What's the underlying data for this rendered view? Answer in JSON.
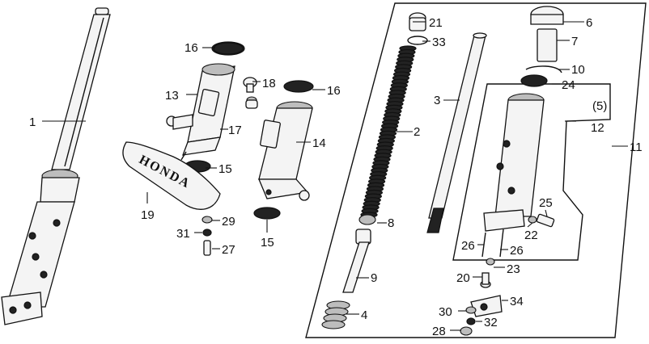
{
  "brand_text": "HONDA",
  "callouts": {
    "c1": "1",
    "c2": "2",
    "c3": "3",
    "c4": "4",
    "c5": "(5)",
    "c6": "6",
    "c7": "7",
    "c8": "8",
    "c9": "9",
    "c10": "10",
    "c11": "11",
    "c12": "12",
    "c13": "13",
    "c14": "14",
    "c15a": "15",
    "c15b": "15",
    "c16a": "16",
    "c16b": "16",
    "c17": "17",
    "c18": "18",
    "c19": "19",
    "c20": "20",
    "c21": "21",
    "c22": "22",
    "c23": "23",
    "c24": "24",
    "c25": "25",
    "c26a": "26",
    "c26b": "26",
    "c27": "27",
    "c28": "28",
    "c29": "29",
    "c30": "30",
    "c31": "31",
    "c32": "32",
    "c33": "33",
    "c34": "34"
  }
}
